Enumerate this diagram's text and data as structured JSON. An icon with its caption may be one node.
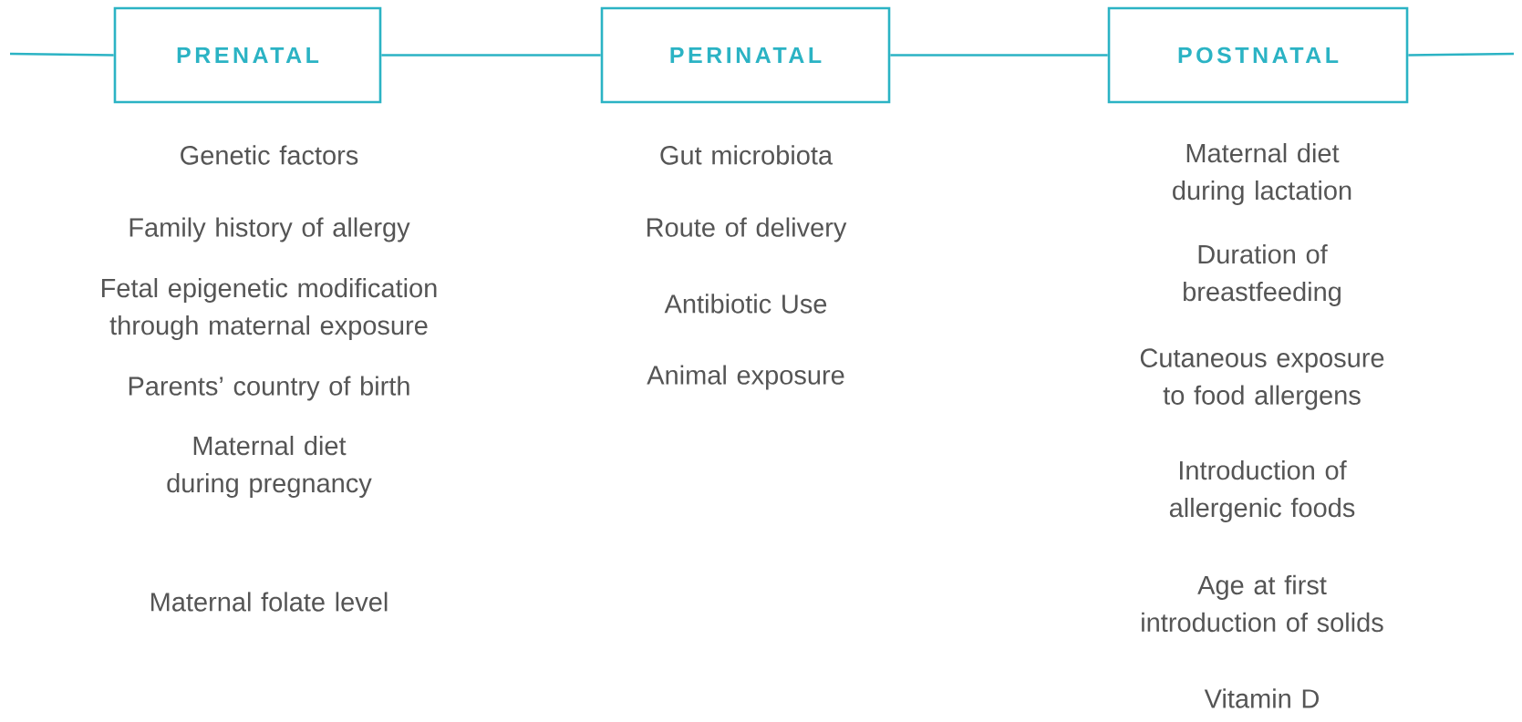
{
  "diagram": {
    "nodes": [
      {
        "text": [
          "PRENATAL"
        ],
        "beside": [
          "Genetic factors",
          "Family history of allergy",
          "Fetal epigenetic modification through maternal exposure",
          "Parents’ country of birth",
          "Maternal diet during pregnancy",
          "Maternal folate level"
        ]
      },
      {
        "text": [
          "PERINATAL"
        ],
        "beside": [
          "Gut microbiota",
          "Route of delivery",
          "Antibiotic Use",
          "Animal exposure"
        ]
      },
      {
        "text": [
          "POSTNATAL"
        ],
        "beside": [
          "Maternal diet during lactation",
          "Duration of breastfeeding",
          "Cutaneous exposure to food allergens",
          "Introduction of allergenic foods",
          "Age at first introduction of solids",
          "Vitamin D"
        ]
      }
    ],
    "edges": [
      {
        "from": null,
        "to": 0,
        "arrow": "none"
      },
      {
        "from": 0,
        "to": 1,
        "arrow": "none"
      },
      {
        "from": 1,
        "to": 2,
        "arrow": "none"
      },
      {
        "from": 2,
        "to": null,
        "arrow": "none"
      }
    ]
  }
}
